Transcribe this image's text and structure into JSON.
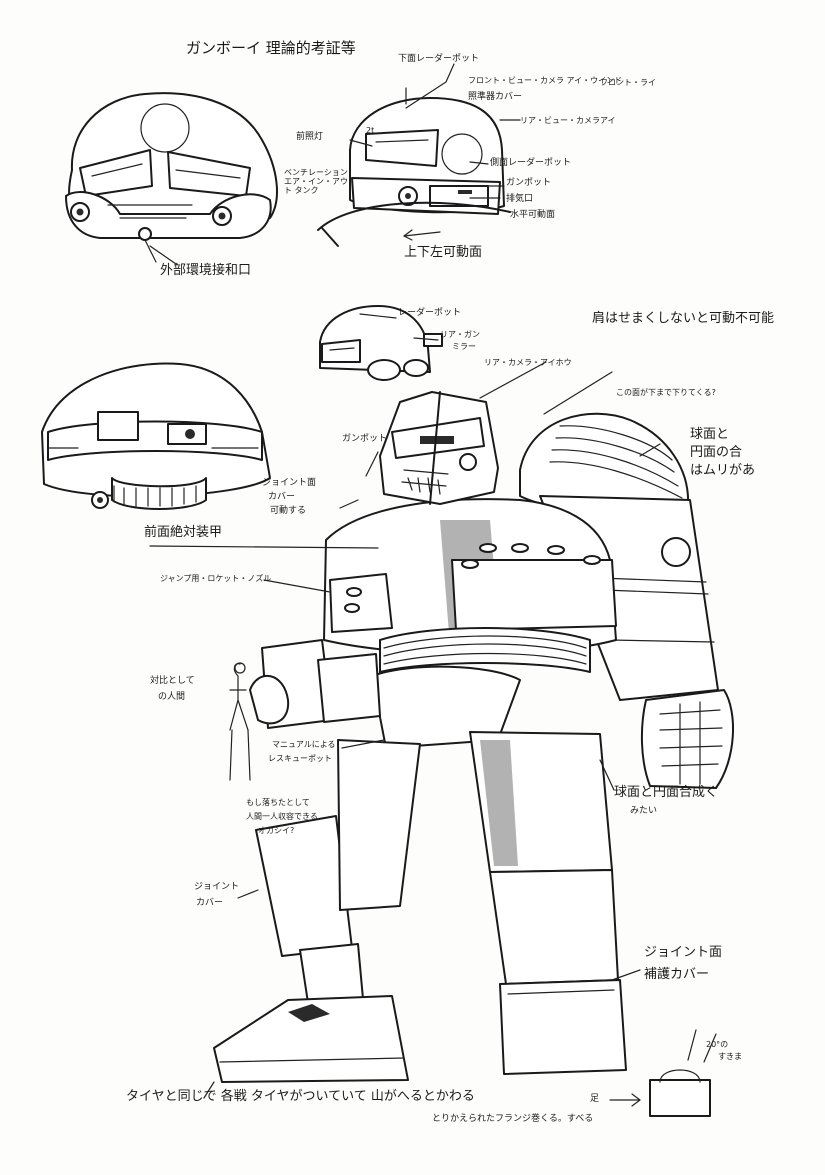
{
  "sheet": {
    "title": "ガンボーイ 理論的考証等",
    "head_front_notes": {
      "external_port": "外部環境接和口"
    },
    "head_side_notes": {
      "radar_pod_top": "下面レーダーポット",
      "camera_eye": "フロント・ビュー・カメラ アイ・ウインド",
      "lens_cover": "照準器カバー",
      "front_eye": "フロント・ライ",
      "rear_view": "リア・ビュー・カメラアイ",
      "visor_label": "前照灯",
      "visor_size": "2t",
      "side_radar": "側面レーダーポット",
      "ventilation": "ベンチレーション エア・イン・アウト タンク",
      "gun_pod": "ガンポット",
      "exhaust": "排気口",
      "horizontal_move": "水平可動面",
      "vertical_move": "上下左可動面"
    },
    "small_head_notes": {
      "radar_pod": "レーダーポット",
      "rear_gun": "リア・ガン",
      "mirror": "ミラー"
    },
    "body_notes": {
      "rear_camera": "リア・カメラ・アイホウ",
      "shoulder_note": "肩はせまくしないと可動不可能",
      "this_side": "この面が下まで下りてくる?",
      "sphere_note_1": "球面と",
      "sphere_note_2": "円面の合",
      "sphere_note_3": "はムリがあ",
      "gun_pod": "ガンポット",
      "joint_cover_1": "ジョイント面",
      "joint_cover_2": "カバー",
      "joint_cover_3": "可動する",
      "front_armor": "前面絶対装甲",
      "jump_rocket": "ジャンプ用・ロケット・ノズル",
      "human_scale_1": "対比として",
      "human_scale_2": "の人間",
      "manual_1": "マニュアルによる",
      "manual_2": "レスキューポット",
      "escape_1": "もし落ちたとして",
      "escape_2": "人間一人収容できる",
      "escape_3": "オカシイ?",
      "sphere_joint_1": "球面と円面合成く",
      "sphere_joint_2": "みたい",
      "knee_cover_1": "ジョイント",
      "knee_cover_2": "カバー",
      "ankle_cover_1": "ジョイント面",
      "ankle_cover_2": "補護カバー",
      "angle_mark": "20°の",
      "angle_mark_2": "すきま",
      "foot_label": "足"
    },
    "bottom_caption_1": "タイヤと同じで 各戦 タイヤがついていて 山がへるとかわる",
    "bottom_caption_2": "とりかえられたフランジ巻くる。すべる"
  }
}
